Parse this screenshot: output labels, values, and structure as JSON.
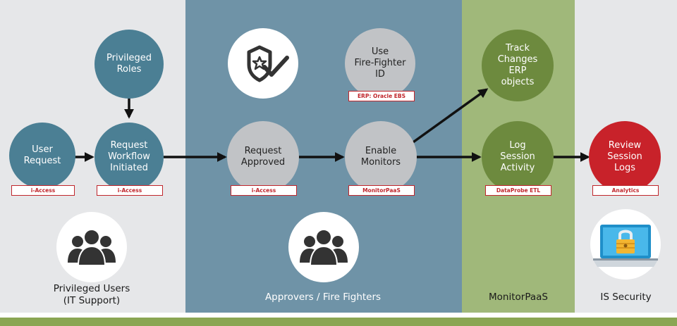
{
  "lanes": {
    "privileged_users": "Privileged Users\n(IT Support)",
    "approvers": "Approvers / Fire Fighters",
    "monitor": "MonitorPaaS",
    "security": "IS Security"
  },
  "nodes": {
    "user_request": "User\nRequest",
    "privileged_roles": "Privileged\nRoles",
    "request_workflow": "Request\nWorkflow\nInitiated",
    "request_approved": "Request\nApproved",
    "fire_fighter": "Use\nFire-Fighter\nID",
    "enable_monitors": "Enable\nMonitors",
    "track_changes": "Track\nChanges\nERP\nobjects",
    "log_session": "Log\nSession\nActivity",
    "review_logs": "Review\nSession\nLogs"
  },
  "tags": {
    "user_request": "i-Access",
    "request_workflow": "i-Access",
    "request_approved": "i-Access",
    "fire_fighter": "ERP: Oracle EBS",
    "enable_monitors": "MonitorPaaS",
    "log_session": "DataProbe ETL",
    "review_logs": "Analytics"
  },
  "colors": {
    "teal": "#4b7f94",
    "grey": "#c1c3c6",
    "green": "#6d8a3e",
    "red": "#c8222a",
    "tag_red": "#c0262c"
  },
  "icons": [
    "users-group-icon",
    "shield-check-icon",
    "laptop-lock-icon"
  ]
}
